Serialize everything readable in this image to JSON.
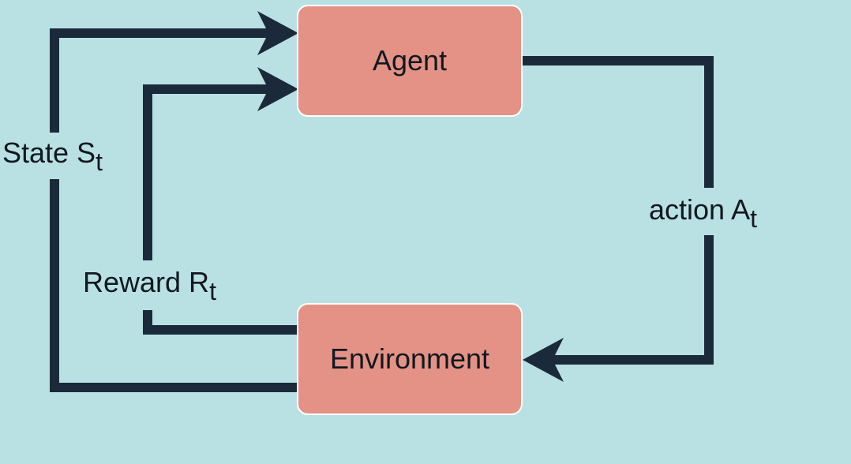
{
  "nodes": {
    "agent": "Agent",
    "environment": "Environment"
  },
  "edges": {
    "state": {
      "text": "State S",
      "subscript": "t"
    },
    "reward": {
      "text": "Reward R",
      "subscript": "t"
    },
    "action": {
      "text": "action A",
      "subscript": "t"
    }
  },
  "colors": {
    "background": "#b9e1e4",
    "node_fill": "#e49286",
    "node_border": "#ffffff",
    "arrow": "#1b2a3a"
  }
}
